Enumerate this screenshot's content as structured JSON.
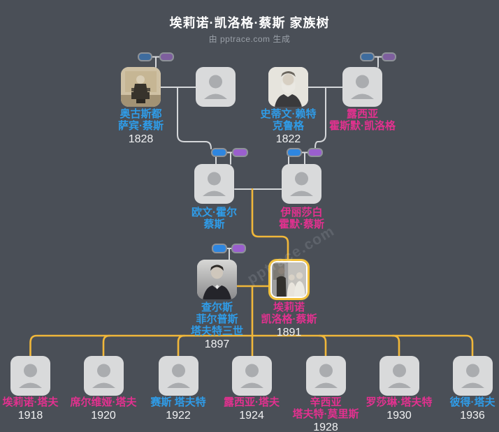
{
  "header": {
    "title": "埃莉诺·凯洛格·蔡斯 家族树",
    "subtitle": "由 pptrace.com 生成"
  },
  "watermark": "pptrace.com",
  "colors": {
    "bg": "#4a4f57",
    "male": "#2f9ce8",
    "female": "#e2318f",
    "year": "#f1f2f3",
    "line": "#d5d7da",
    "gold": "#f0b73a",
    "chip_blue": "#2e86e0",
    "chip_purple": "#9a5fce",
    "chip_blue_muted": "#3e6c9e",
    "chip_purple_muted": "#7e5f9e",
    "chip_border": "#8d9298",
    "watermark": "rgba(230,236,246,0.13)"
  },
  "persons": {
    "p1": {
      "name": "奥古斯都\n萨宾·蔡斯",
      "year": "1828",
      "sex": "male",
      "photo": "portrait"
    },
    "p2": {
      "name": "",
      "year": "",
      "sex": "unknown",
      "photo": "placeholder"
    },
    "p3": {
      "name": "史蒂文·赖特\n克鲁格",
      "year": "1822",
      "sex": "male",
      "photo": "portrait"
    },
    "p4": {
      "name": "露西亚\n霍斯默·凯洛格",
      "year": "",
      "sex": "female",
      "photo": "placeholder"
    },
    "p5": {
      "name": "欧文·霍尔\n蔡斯",
      "year": "",
      "sex": "male",
      "photo": "placeholder"
    },
    "p6": {
      "name": "伊丽莎白\n霍默·蔡斯",
      "year": "",
      "sex": "female",
      "photo": "placeholder"
    },
    "p7": {
      "name": "查尔斯\n菲尔普斯\n塔夫特三世",
      "year": "1897",
      "sex": "male",
      "photo": "portrait"
    },
    "p8": {
      "name": "埃莉诺\n凯洛格·蔡斯",
      "year": "1891",
      "sex": "female",
      "photo": "portrait-highlighted"
    },
    "c1": {
      "name": "埃莉诺·塔夫",
      "year": "1918",
      "sex": "female",
      "photo": "placeholder"
    },
    "c2": {
      "name": "席尔维娅·塔夫",
      "year": "1920",
      "sex": "female",
      "photo": "placeholder"
    },
    "c3": {
      "name": "赛斯 塔夫特",
      "year": "1922",
      "sex": "male",
      "photo": "placeholder"
    },
    "c4": {
      "name": "露西亚·塔夫",
      "year": "1924",
      "sex": "female",
      "photo": "placeholder"
    },
    "c5": {
      "name": "辛西亚\n塔夫特·莫里斯",
      "year": "1928",
      "sex": "female",
      "photo": "placeholder"
    },
    "c6": {
      "name": "罗莎琳·塔夫特",
      "year": "1930",
      "sex": "female",
      "photo": "placeholder"
    },
    "c7": {
      "name": "彼得·塔夫",
      "year": "1936",
      "sex": "male",
      "photo": "placeholder"
    }
  }
}
